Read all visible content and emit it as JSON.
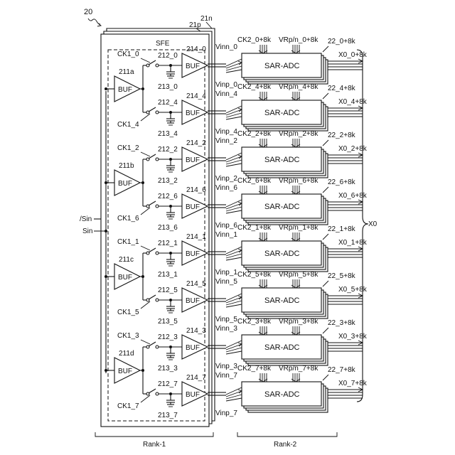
{
  "figure": {
    "number": "20"
  },
  "rank1": {
    "outer_ref": "21n",
    "inner_ref": "21p",
    "sfe_label": "SFE",
    "rank_label": "Rank-1",
    "buffers": [
      {
        "ref": "211a",
        "label": "BUF"
      },
      {
        "ref": "211b",
        "label": "BUF"
      },
      {
        "ref": "211c",
        "label": "BUF"
      },
      {
        "ref": "211d",
        "label": "BUF"
      }
    ],
    "channels": [
      {
        "ck": "CK1_0",
        "switch_ref": "212_0",
        "cap_ref": "213_0",
        "buf_ref": "214_0",
        "buf_label": "BUF"
      },
      {
        "ck": "CK1_4",
        "switch_ref": "212_4",
        "cap_ref": "213_4",
        "buf_ref": "214_4",
        "buf_label": "BUF"
      },
      {
        "ck": "CK1_2",
        "switch_ref": "212_2",
        "cap_ref": "213_2",
        "buf_ref": "214_2",
        "buf_label": "BUF"
      },
      {
        "ck": "CK1_6",
        "switch_ref": "212_6",
        "cap_ref": "213_6",
        "buf_ref": "214_6",
        "buf_label": "BUF"
      },
      {
        "ck": "CK1_1",
        "switch_ref": "212_1",
        "cap_ref": "213_1",
        "buf_ref": "214_1",
        "buf_label": "BUF"
      },
      {
        "ck": "CK1_5",
        "switch_ref": "212_5",
        "cap_ref": "213_5",
        "buf_ref": "214_5",
        "buf_label": "BUF"
      },
      {
        "ck": "CK1_3",
        "switch_ref": "212_3",
        "cap_ref": "213_3",
        "buf_ref": "214_3",
        "buf_label": "BUF"
      },
      {
        "ck": "CK1_7",
        "switch_ref": "212_7",
        "cap_ref": "213_7",
        "buf_ref": "214_7",
        "buf_label": "BUF"
      }
    ]
  },
  "inputs": {
    "sin_bar": "/Sin",
    "sin": "Sin"
  },
  "rank2": {
    "rank_label": "Rank-2",
    "output_bus": "X0",
    "adcs": [
      {
        "ck": "CK2_0+8k",
        "vr": "VRp/n_0+8k",
        "ref": "22_0+8k",
        "vinn": "Vinn_0",
        "vinp": "Vinp_0",
        "out": "X0_0+8k",
        "label": "SAR-ADC"
      },
      {
        "ck": "CK2_4+8k",
        "vr": "VRp/n_4+8k",
        "ref": "22_4+8k",
        "vinn": "Vinn_4",
        "vinp": "Vinp_4",
        "out": "X0_4+8k",
        "label": "SAR-ADC"
      },
      {
        "ck": "CK2_2+8k",
        "vr": "VRp/n_2+8k",
        "ref": "22_2+8k",
        "vinn": "Vinn_2",
        "vinp": "Vinp_2",
        "out": "X0_2+8k",
        "label": "SAR-ADC"
      },
      {
        "ck": "CK2_6+8k",
        "vr": "VRp/n_6+8k",
        "ref": "22_6+8k",
        "vinn": "Vinn_6",
        "vinp": "Vinp_6",
        "out": "X0_6+8k",
        "label": "SAR-ADC"
      },
      {
        "ck": "CK2_1+8k",
        "vr": "VRp/n_1+8k",
        "ref": "22_1+8k",
        "vinn": "Vinn_1",
        "vinp": "Vinp_1",
        "out": "X0_1+8k",
        "label": "SAR-ADC"
      },
      {
        "ck": "CK2_5+8k",
        "vr": "VRp/n_5+8k",
        "ref": "22_5+8k",
        "vinn": "Vinn_5",
        "vinp": "Vinp_5",
        "out": "X0_5+8k",
        "label": "SAR-ADC"
      },
      {
        "ck": "CK2_3+8k",
        "vr": "VRp/n_3+8k",
        "ref": "22_3+8k",
        "vinn": "Vinn_3",
        "vinp": "Vinp_3",
        "out": "X0_3+8k",
        "label": "SAR-ADC"
      },
      {
        "ck": "CK2_7+8k",
        "vr": "VRp/n_7+8k",
        "ref": "22_7+8k",
        "vinn": "Vinn_7",
        "vinp": "Vinp_7",
        "out": "X0_7+8k",
        "label": "SAR-ADC"
      }
    ]
  }
}
